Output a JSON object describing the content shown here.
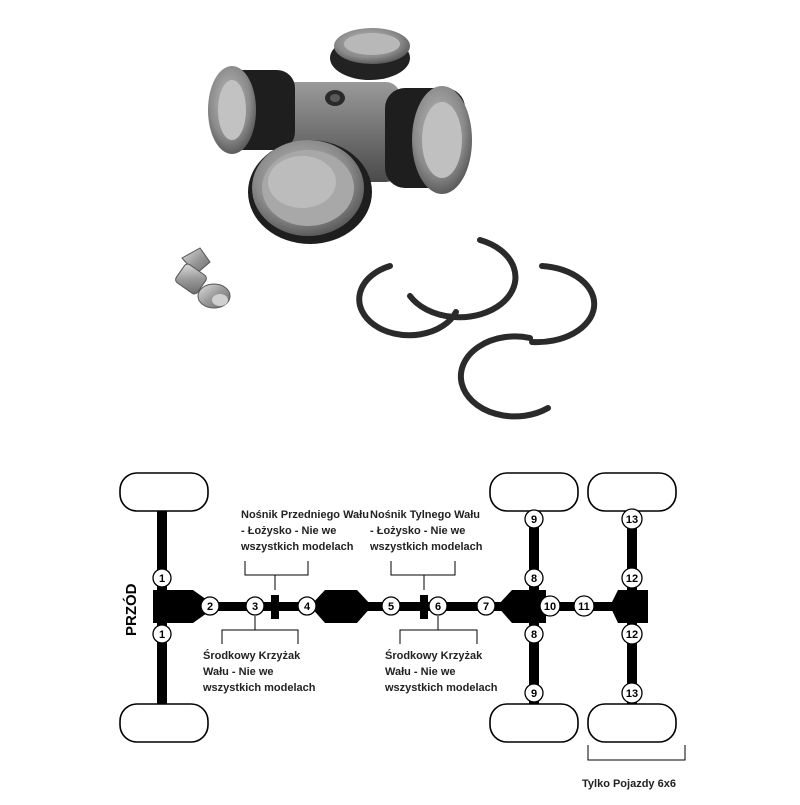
{
  "labels": {
    "front": "PRZÓD",
    "front_carrier": [
      "Nośnik Przedniego Wału",
      "- Łożysko - Nie we",
      "wszystkich modelach"
    ],
    "rear_carrier": [
      "Nośnik Tylnego Wału",
      "- Łożysko - Nie we",
      "wszystkich modelach"
    ],
    "center_joint_1": [
      "Środkowy Krzyżak",
      "Wału -    Nie we",
      "wszystkich modelach"
    ],
    "center_joint_2": [
      "Środkowy Krzyżak",
      "Wału -    Nie we",
      "wszystkich modelach"
    ],
    "six_by_six": "Tylko Pojazdy 6x6"
  },
  "points": {
    "p1_top": "1",
    "p1_bottom": "1",
    "p2": "2",
    "p3": "3",
    "p4": "4",
    "p5": "5",
    "p6": "6",
    "p7": "7",
    "p8_top": "8",
    "p8_bottom": "8",
    "p9_top": "9",
    "p9_bottom": "9",
    "p10": "10",
    "p11": "11",
    "p12_top": "12",
    "p12_bottom": "12",
    "p13_top": "13",
    "p13_bottom": "13"
  }
}
